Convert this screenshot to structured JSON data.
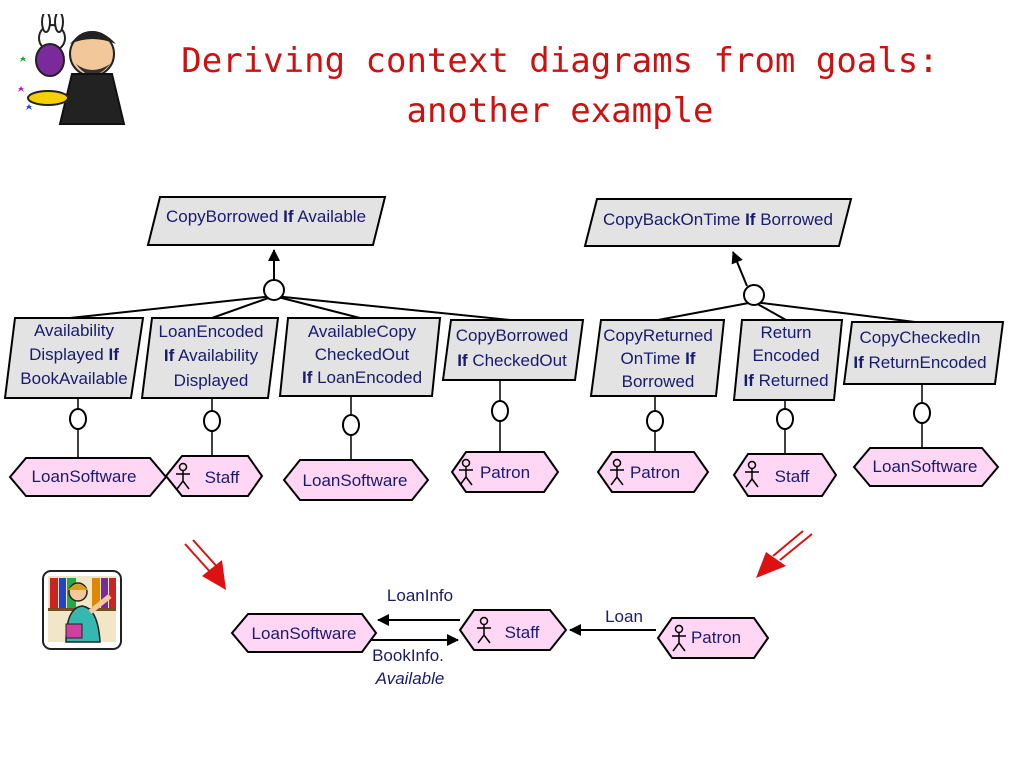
{
  "title": {
    "line1": "Deriving context diagrams from goals:",
    "line2": "another example"
  },
  "goals": {
    "copy_borrowed_if_available": {
      "name": "CopyBorrowed",
      "kw": "If",
      "cond": "Available"
    },
    "availability_displayed": {
      "l1": "Availability",
      "l2": "Displayed",
      "kw": "If",
      "l3": "BookAvailable"
    },
    "loan_encoded": {
      "l1": "LoanEncoded",
      "kw": "If",
      "l2": "Availability",
      "l3": "Displayed"
    },
    "available_copy_checked_out": {
      "l1": "AvailableCopy",
      "l2": "CheckedOut",
      "kw": "If",
      "l3": "LoanEncoded"
    },
    "copy_borrowed_if_checked_out": {
      "l1": "CopyBorrowed",
      "kw": "If",
      "l2": "CheckedOut"
    },
    "copy_back_on_time": {
      "name": "CopyBackOnTime",
      "kw": "If",
      "cond": "Borrowed"
    },
    "copy_returned_on_time": {
      "l1": "CopyReturned",
      "l2": "OnTime",
      "kw": "If",
      "l3": "Borrowed"
    },
    "return_encoded": {
      "l1": "Return",
      "l2": "Encoded",
      "kw": "If",
      "l3": "Returned"
    },
    "copy_checked_in": {
      "l1": "CopyCheckedIn",
      "kw": "If",
      "l2": "ReturnEncoded"
    }
  },
  "agents": {
    "a1": "LoanSoftware",
    "a2": "Staff",
    "a3": "LoanSoftware",
    "a4": "Patron",
    "a5": "Patron",
    "a6": "Staff",
    "a7": "LoanSoftware"
  },
  "context_diagram": {
    "loan_software": "LoanSoftware",
    "staff": "Staff",
    "patron": "Patron",
    "loan_info": "LoanInfo",
    "book_info": "BookInfo.",
    "available": "Available",
    "loan": "Loan"
  },
  "colors": {
    "title": "#cc1111",
    "goal_fill": "#e3e3e3",
    "agent_fill": "#ffd6f4",
    "text": "#1a1a6e",
    "derive_arrow": "#dd1111"
  },
  "icons": [
    "magician-illustration",
    "library-reader-illustration",
    "agent-person-icon"
  ]
}
